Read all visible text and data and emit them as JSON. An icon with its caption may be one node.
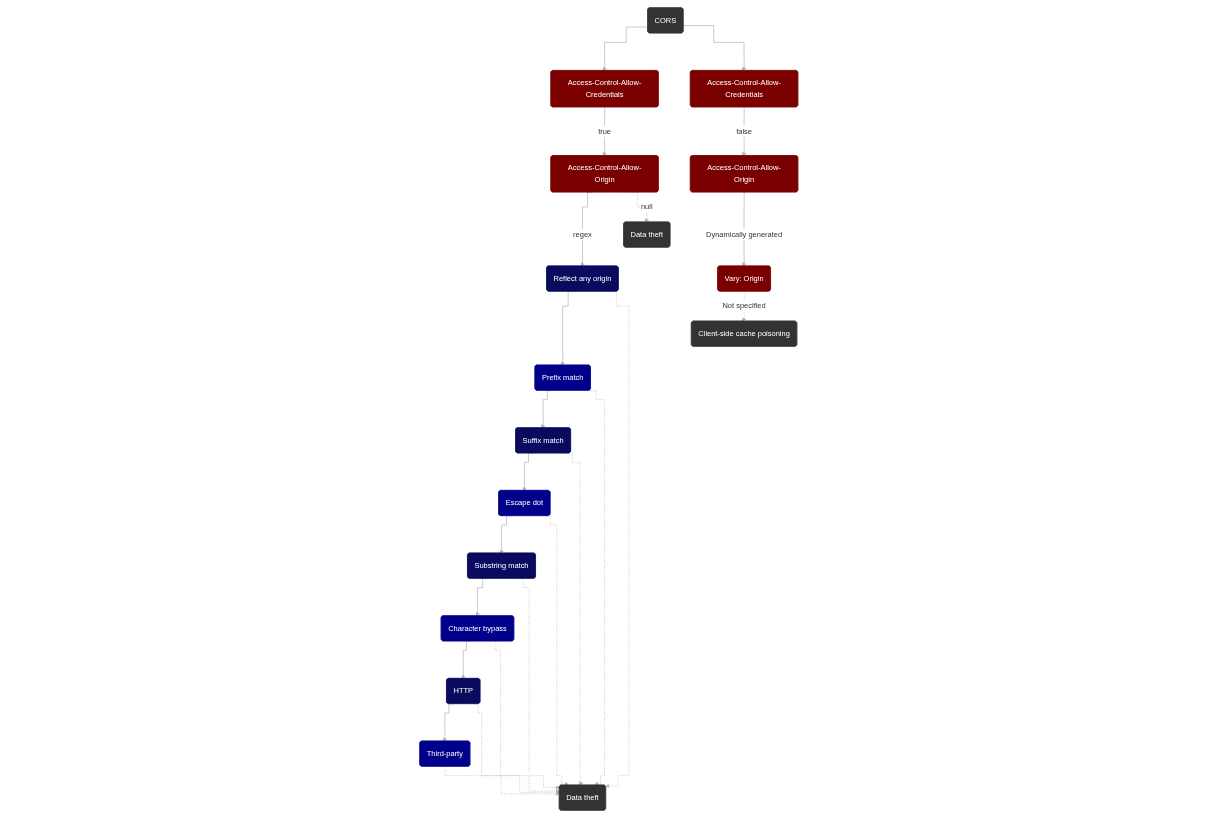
{
  "diagram": {
    "nodes": [
      {
        "text": [
          "CORS"
        ]
      },
      {
        "text": [
          "Access-Control-Allow-Credentials"
        ]
      },
      {
        "text": [
          "Access-Control-Allow-Credentials"
        ]
      },
      {
        "text": [
          "Access-Control-Allow-Origin"
        ]
      },
      {
        "text": [
          "Reflect any origin"
        ]
      },
      {
        "text": [
          "Prefix match"
        ]
      },
      {
        "text": [
          "Suffix match"
        ]
      },
      {
        "text": [
          "Escape dot"
        ]
      },
      {
        "text": [
          "Substring match"
        ]
      },
      {
        "text": [
          "Character bypass"
        ]
      },
      {
        "text": [
          "HTTP"
        ]
      },
      {
        "text": [
          "Third-party"
        ]
      },
      {
        "text": [
          "Data theft"
        ]
      },
      {
        "text": [
          "Data theft"
        ]
      },
      {
        "text": [
          "Access-Control-Allow-Origin"
        ]
      },
      {
        "text": [
          "Vary: Origin"
        ]
      },
      {
        "text": [
          "Client-side cache poisoning"
        ]
      }
    ],
    "edges": [
      {
        "from": 0,
        "to": 1,
        "arrow": "to"
      },
      {
        "from": 0,
        "to": 2,
        "arrow": "to"
      },
      {
        "from": 1,
        "to": 3,
        "label": "true",
        "arrow": "to"
      },
      {
        "from": 3,
        "to": 4,
        "label": "regex",
        "arrow": "to"
      },
      {
        "from": 3,
        "to": 12,
        "label": "null",
        "arrow": "to",
        "style": "dashed"
      },
      {
        "from": 4,
        "to": 5,
        "arrow": "to"
      },
      {
        "from": 5,
        "to": 6,
        "arrow": "to"
      },
      {
        "from": 6,
        "to": 7,
        "arrow": "to"
      },
      {
        "from": 7,
        "to": 8,
        "arrow": "to"
      },
      {
        "from": 8,
        "to": 9,
        "arrow": "to"
      },
      {
        "from": 9,
        "to": 10,
        "arrow": "to"
      },
      {
        "from": 10,
        "to": 11,
        "arrow": "to"
      },
      {
        "from": 11,
        "to": 13,
        "arrow": "to",
        "style": "dashed"
      },
      {
        "from": 4,
        "to": 13,
        "arrow": "to",
        "style": "dashed"
      },
      {
        "from": 5,
        "to": 13,
        "arrow": "to",
        "style": "dashed"
      },
      {
        "from": 6,
        "to": 13,
        "arrow": "to",
        "style": "dashed"
      },
      {
        "from": 7,
        "to": 13,
        "arrow": "to",
        "style": "dashed"
      },
      {
        "from": 8,
        "to": 13,
        "arrow": "to",
        "style": "dashed"
      },
      {
        "from": 9,
        "to": 13,
        "arrow": "to",
        "style": "dashed"
      },
      {
        "from": 10,
        "to": 13,
        "arrow": "to",
        "style": "dashed"
      },
      {
        "from": 2,
        "to": 14,
        "label": "false",
        "arrow": "to"
      },
      {
        "from": 14,
        "to": 15,
        "label": "Dynamically generated",
        "arrow": "to"
      },
      {
        "from": 15,
        "to": 16,
        "label": "Not specified",
        "arrow": "to",
        "style": "dashed"
      }
    ]
  }
}
